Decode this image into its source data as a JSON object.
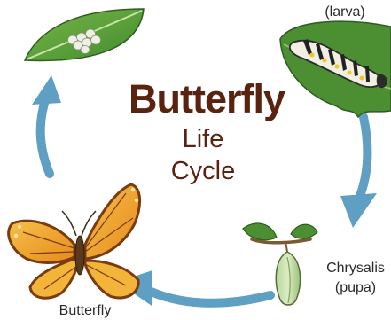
{
  "title": {
    "main": "Butterfly",
    "line2": "Life",
    "line3": "Cycle"
  },
  "stages": {
    "egg": {
      "label": ""
    },
    "larva": {
      "label": "(larva)"
    },
    "pupa": {
      "label": "Chrysalis",
      "sublabel": "(pupa)"
    },
    "adult": {
      "label": "Butterfly"
    }
  },
  "colors": {
    "title": "#5a2310",
    "arrow": "#5f9fc4",
    "leaf": "#3f8c2e",
    "wing_orange": "#f2a224",
    "wing_dark": "#7a3b10"
  }
}
